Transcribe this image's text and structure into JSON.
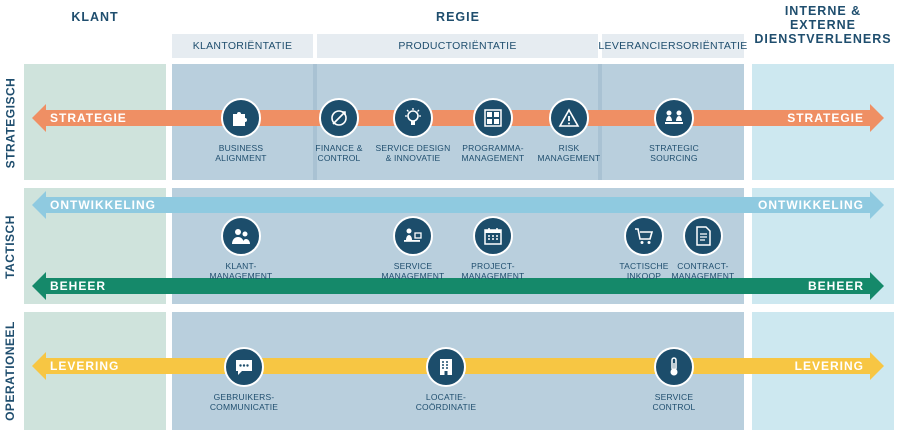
{
  "columns": {
    "klant": "KLANT",
    "regie": "REGIE",
    "extern_line1": "INTERNE & EXTERNE",
    "extern_line2": "DIENSTVERLENERS"
  },
  "subheaders": {
    "klant": "KLANTORIËNTATIE",
    "product": "PRODUCTORIËNTATIE",
    "leverancier": "LEVERANCIERSORIËNTATIE"
  },
  "rows": {
    "strategisch": "STRATEGISCH",
    "tactisch": "TACTISCH",
    "operationeel": "OPERATIONEEL"
  },
  "arrows": {
    "strategie": {
      "left": "STRATEGIE",
      "right": "STRATEGIE",
      "color": "#ef8f64"
    },
    "ontwikkeling": {
      "left": "ONTWIKKELING",
      "right": "ONTWIKKELING",
      "color": "#8fcae0"
    },
    "beheer": {
      "left": "BEHEER",
      "right": "BEHEER",
      "color": "#15896a"
    },
    "levering": {
      "left": "LEVERING",
      "right": "LEVERING",
      "color": "#f7c643"
    }
  },
  "nodes": {
    "business_alignment": {
      "icon": "puzzle-icon",
      "line1": "BUSINESS",
      "line2": "ALIGNMENT"
    },
    "finance_control": {
      "icon": "compass-icon",
      "line1": "FINANCE &",
      "line2": "CONTROL"
    },
    "service_design": {
      "icon": "lightbulb-icon",
      "line1": "SERVICE DESIGN",
      "line2": "& INNOVATIE"
    },
    "programma": {
      "icon": "dashboard-icon",
      "line1": "PROGRAMMA-",
      "line2": "MANAGEMENT"
    },
    "risk": {
      "icon": "warning-icon",
      "line1": "RISK",
      "line2": "MANAGEMENT"
    },
    "strategic_sourcing": {
      "icon": "meeting-icon",
      "line1": "STRATEGIC",
      "line2": "SOURCING"
    },
    "klant_management": {
      "icon": "people-icon",
      "line1": "KLANT-",
      "line2": "MANAGEMENT"
    },
    "service_management": {
      "icon": "desk-icon",
      "line1": "SERVICE",
      "line2": "MANAGEMENT"
    },
    "project_management": {
      "icon": "calendar-icon",
      "line1": "PROJECT-",
      "line2": "MANAGEMENT"
    },
    "tactische_inkoop": {
      "icon": "cart-icon",
      "line1": "TACTISCHE",
      "line2": "INKOOP"
    },
    "contract_management": {
      "icon": "document-icon",
      "line1": "CONTRACT-",
      "line2": "MANAGEMENT"
    },
    "gebruikers_communicatie": {
      "icon": "chat-icon",
      "line1": "GEBRUIKERS-",
      "line2": "COMMUNICATIE"
    },
    "locatie_coordinatie": {
      "icon": "building-icon",
      "line1": "LOCATIE-",
      "line2": "COÖRDINATIE"
    },
    "service_control": {
      "icon": "thermometer-icon",
      "line1": "SERVICE",
      "line2": "CONTROL"
    }
  },
  "colors": {
    "klant_band": "#cfe3dc",
    "regie_band": "#b9cfdd",
    "regie_dark": "#a9c2d3",
    "extern_band": "#cde8f0",
    "node": "#1c4d6b",
    "text": "#1f4e6e"
  }
}
